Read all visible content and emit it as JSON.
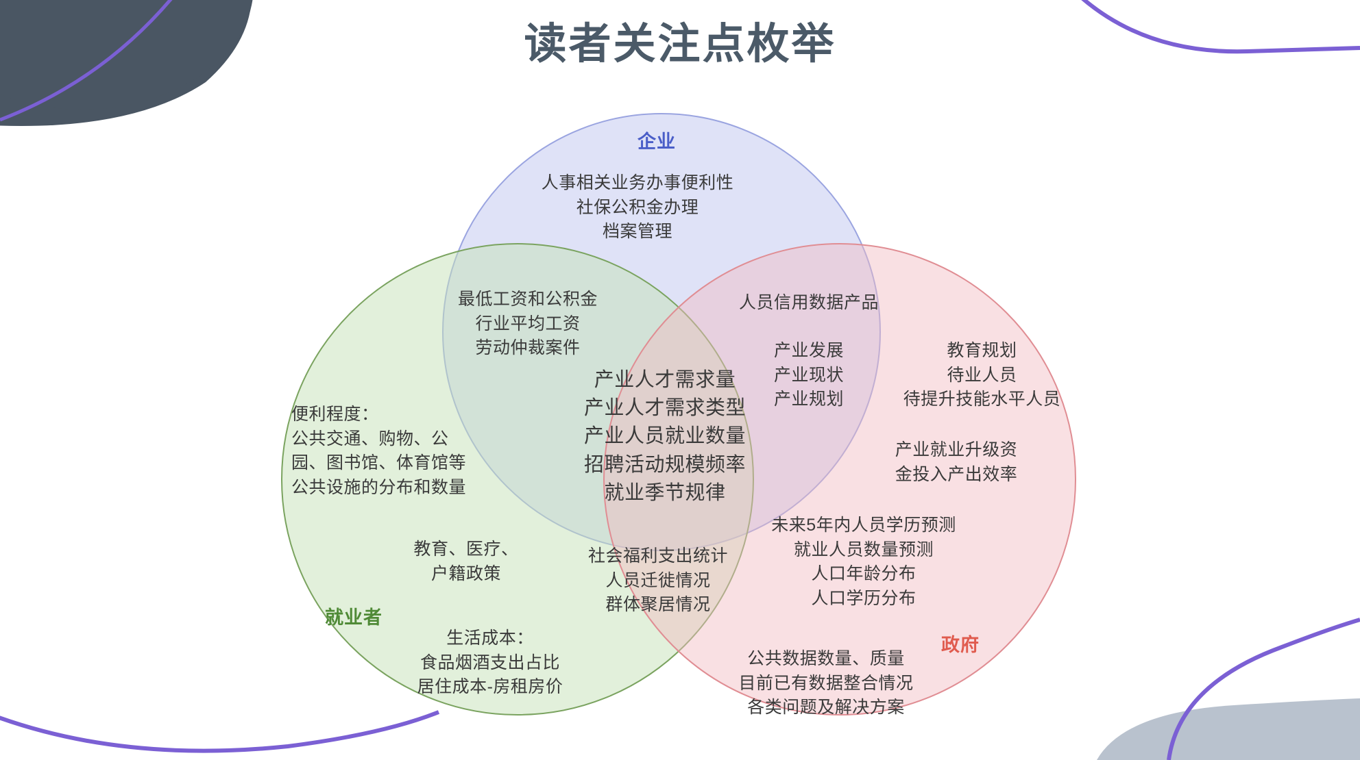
{
  "slide": {
    "title": "读者关注点枚举",
    "background_color": "#ffffff",
    "title_color": "#4b5a68"
  },
  "decoration": {
    "top_left_blob_color": "#4a5663",
    "bottom_right_blob_color": "#b9c2ce",
    "accent_curve_color": "#7b60d4"
  },
  "venn": {
    "circles": [
      {
        "id": "enterprise",
        "label": "企业",
        "label_color": "#4a5ec8",
        "fill_color": "#c4caf0",
        "stroke_color": "#9aa4e0"
      },
      {
        "id": "worker",
        "label": "就业者",
        "label_color": "#4f8a36",
        "fill_color": "#c6e2b8",
        "stroke_color": "#7aa35f"
      },
      {
        "id": "government",
        "label": "政府",
        "label_color": "#e05b4e",
        "fill_color": "#f2babf",
        "stroke_color": "#e08d93"
      }
    ],
    "regions": {
      "enterprise_only": "人事相关业务办事便利性\n社保公积金办理\n档案管理",
      "enterprise_worker": "最低工资和公积金\n行业平均工资\n劳动仲裁案件",
      "enterprise_government_top": "人员信用数据产品",
      "enterprise_government_mid": "产业发展\n产业现状\n产业规划",
      "center_all_three": "产业人才需求量\n产业人才需求类型\n产业人员就业数量\n招聘活动规模频率\n就业季节规律",
      "worker_only_top": "便利程度：\n公共交通、购物、公\n园、图书馆、体育馆等\n公共设施的分布和数量",
      "worker_only_mid": "教育、医疗、\n户籍政策",
      "worker_only_bottom": "生活成本：\n食品烟酒支出占比\n居住成本-房租房价",
      "worker_government": "社会福利支出统计\n人员迁徙情况\n群体聚居情况",
      "government_only_top": "教育规划\n待业人员\n待提升技能水平人员",
      "government_only_mid": "产业就业升级资\n金投入产出效率",
      "government_only_forecast": "未来5年内人员学历预测\n就业人员数量预测\n人口年龄分布\n人口学历分布",
      "government_only_bottom": "公共数据数量、质量\n目前已有数据整合情况\n各类问题及解决方案"
    }
  }
}
